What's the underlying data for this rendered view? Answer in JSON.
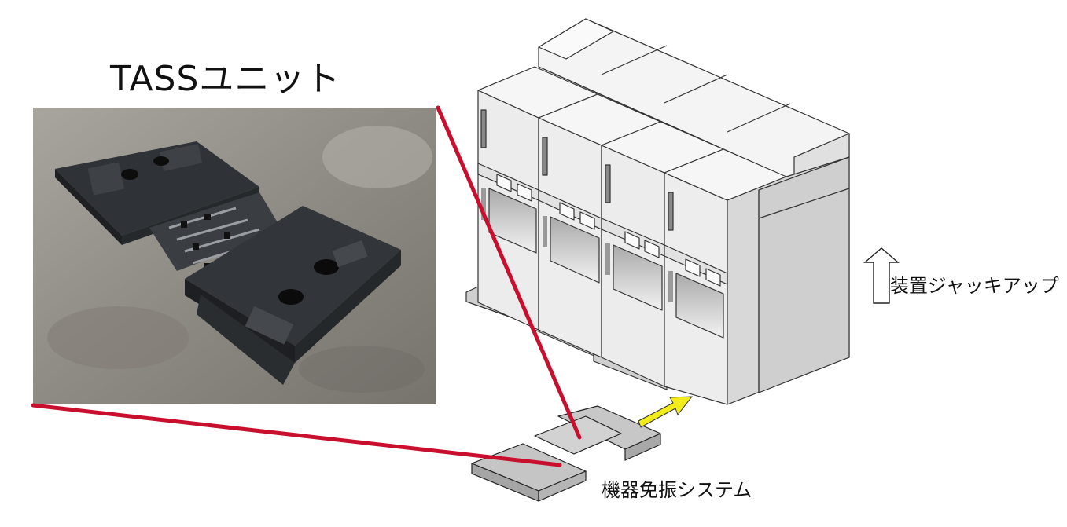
{
  "labels": {
    "unit_title": "TASSユニット",
    "jack_up": "装置ジャッキアップ",
    "system": "機器免振システム"
  },
  "colors": {
    "callout_line": "#c8102e",
    "arrow_fill": "#f2ec1a",
    "cabinet_face": "#ececec",
    "cabinet_top": "#f3f3f3",
    "cabinet_side": "#d6d6d6",
    "photo_plate": "#33363b",
    "photo_floor": "#9a9690"
  },
  "icons": {
    "jack_arrow": "hollow-up-arrow-icon",
    "insert_arrow": "yellow-diagonal-arrow-icon"
  }
}
